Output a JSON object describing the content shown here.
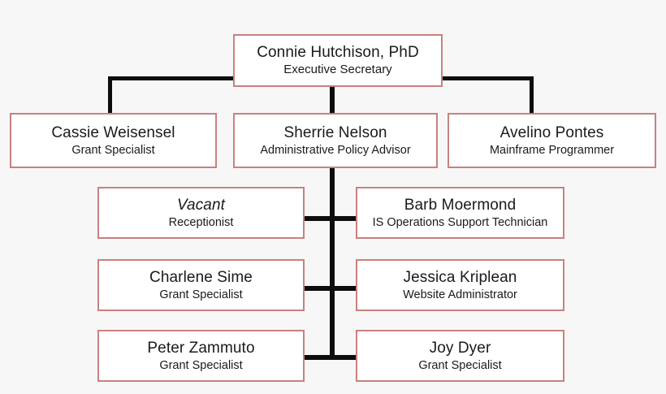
{
  "chart": {
    "type": "org-chart",
    "background_color": "#f7f7f7",
    "box_border_color": "#c8817f",
    "box_fill_color": "#ffffff",
    "connector_color": "#0d0d0d",
    "text_color": "#1a1a1a"
  },
  "root": {
    "name": "Connie Hutchison, PhD",
    "title": "Executive Secretary"
  },
  "level2": [
    {
      "name": "Cassie Weisensel",
      "title": "Grant Specialist"
    },
    {
      "name": "Sherrie Nelson",
      "title": "Administrative Policy Advisor"
    },
    {
      "name": "Avelino Pontes",
      "title": "Mainframe Programmer"
    }
  ],
  "level3_left": [
    {
      "name": "Vacant",
      "title": "Receptionist",
      "vacant": true
    },
    {
      "name": "Charlene Sime",
      "title": "Grant Specialist",
      "vacant": false
    },
    {
      "name": "Peter Zammuto",
      "title": "Grant Specialist",
      "vacant": false
    }
  ],
  "level3_right": [
    {
      "name": "Barb Moermond",
      "title": "IS Operations Support Technician"
    },
    {
      "name": "Jessica Kriplean",
      "title": "Website Administrator"
    },
    {
      "name": "Joy Dyer",
      "title": "Grant Specialist"
    }
  ]
}
